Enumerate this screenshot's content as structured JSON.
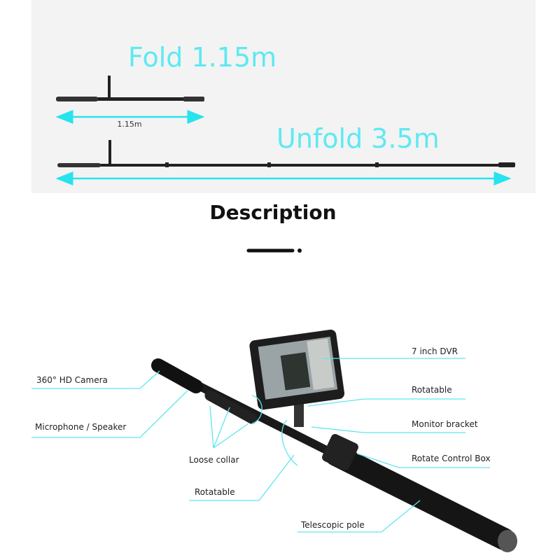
{
  "dimensions": {
    "fold_label": "Fold 1.15m",
    "fold_measure": "1.15m",
    "unfold_label": "Unfold 3.5m"
  },
  "section_title": "Description",
  "callouts": {
    "camera": "360° HD Camera",
    "microphone": "Microphone / Speaker",
    "loose_collar": "Loose collar",
    "rotatable_left": "Rotatable",
    "dvr": "7 inch DVR",
    "rotatable_right": "Rotatable",
    "monitor_bracket": "Monitor bracket",
    "control_box": "Rotate Control Box",
    "telescopic_pole": "Telescopic pole"
  },
  "colors": {
    "accent": "#5ee9f2",
    "panel": "#f3f3f3"
  }
}
